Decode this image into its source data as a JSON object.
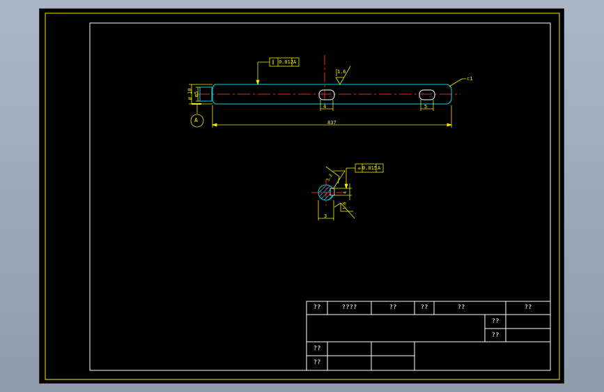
{
  "drawing": {
    "tolerance_top": "0.012",
    "tolerance_section": "0.015",
    "datum_label": "A",
    "datum_ref_top": "A",
    "datum_ref_section": "A",
    "overall_length": "837",
    "diameter_10": "ø 10",
    "diameter_small": "ø5",
    "keyway_width_left": "4",
    "keyway_width_right": "5",
    "chamfer_note": "c1",
    "roughness_top": "1.6",
    "section_width": "3",
    "section_depth": "4",
    "section_roughness_1": "3.2",
    "section_roughness_2": "1.6"
  },
  "title_block": {
    "r1c1": "??",
    "r1c2": "????",
    "r1c3": "??",
    "r1c4": "??",
    "r1c5": "??",
    "r1c6": "??",
    "r2_right": "??",
    "r3_right": "??",
    "r4_left": "??",
    "r5_left": "??"
  },
  "colors": {
    "frame": "#f2f200",
    "border": "#ffffff",
    "part_outline": "#00d8e0",
    "dimension": "#f2f200",
    "centerline": "#ff2020",
    "hatch": "#00c8ff"
  }
}
